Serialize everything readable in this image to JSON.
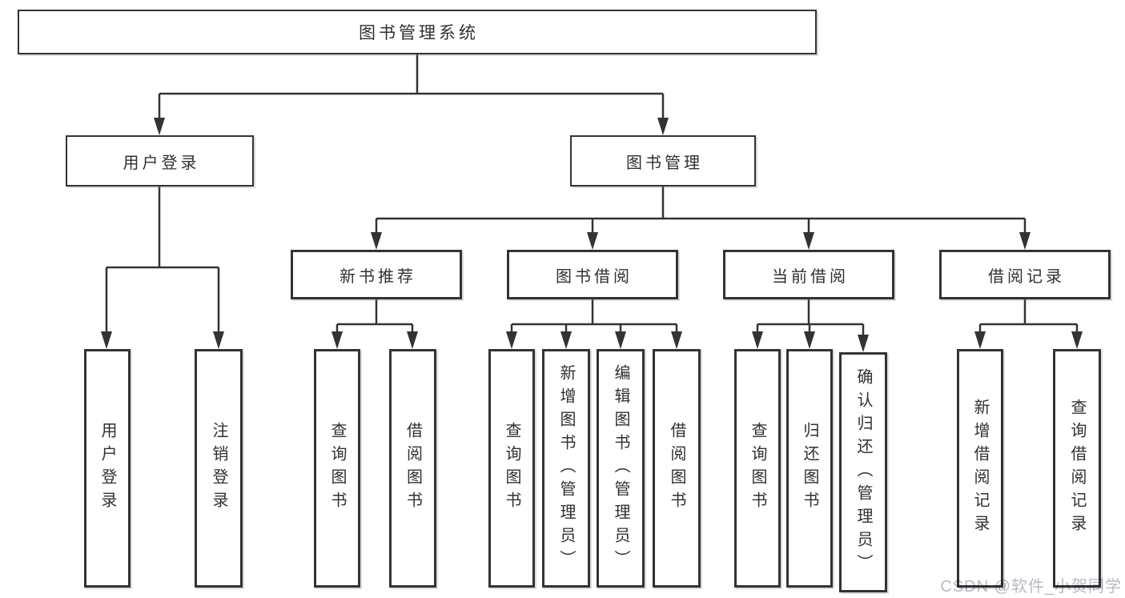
{
  "diagram": {
    "root": "图书管理系统",
    "level2": {
      "user_login": "用户登录",
      "book_mgmt": "图书管理"
    },
    "level3": {
      "new_books": "新书推荐",
      "book_borrow": "图书借阅",
      "current_borrow": "当前借阅",
      "borrow_records": "借阅记录"
    },
    "leaves": {
      "user_login": "用户登录",
      "logout": "注销登录",
      "nb_query": "查询图书",
      "nb_borrow": "借阅图书",
      "bb_query": "查询图书",
      "bb_add": "新增图书（管理员）",
      "bb_edit": "编辑图书（管理员）",
      "bb_borrow": "借阅图书",
      "cb_query": "查询图书",
      "cb_return": "归还图书",
      "cb_confirm": "确认归还（管理员）",
      "br_add": "新增借阅记录",
      "br_query": "查询借阅记录"
    }
  },
  "watermark": "CSDN @软件_小贺同学",
  "colors": {
    "line": "#333333",
    "text": "#303030",
    "background": "#ffffff",
    "watermark": "#b6bac4"
  }
}
